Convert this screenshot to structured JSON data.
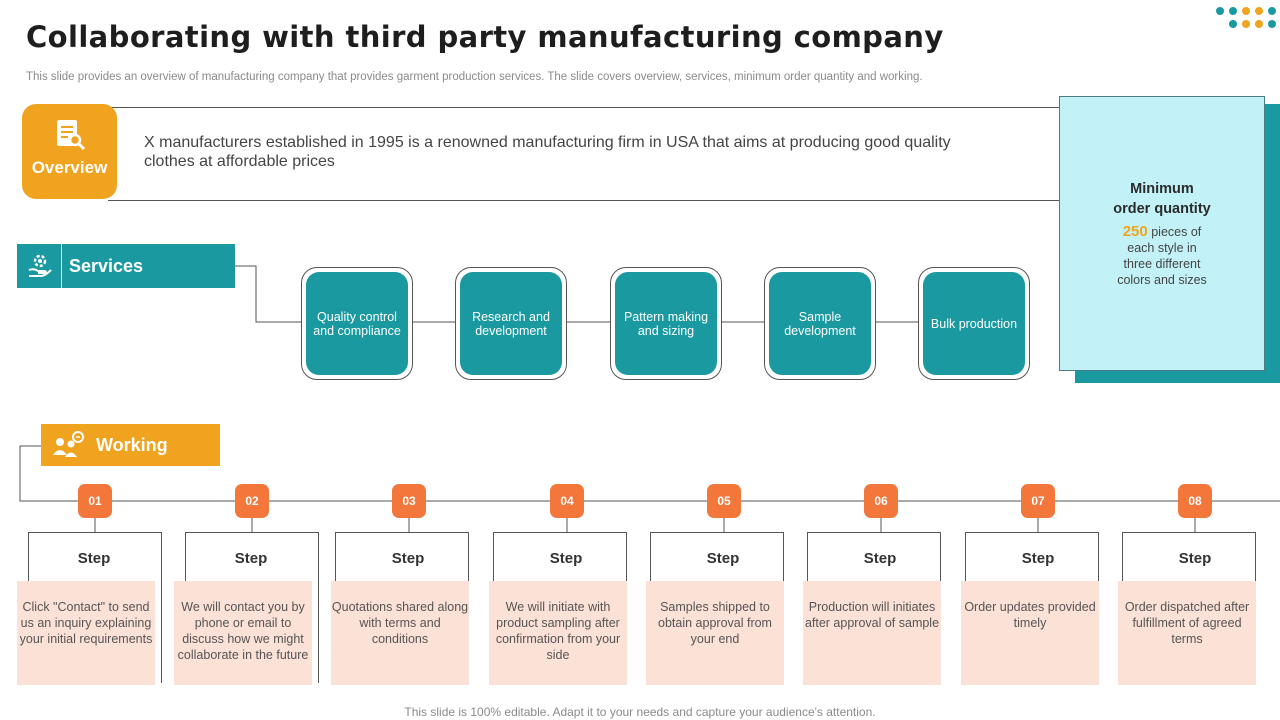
{
  "title": "Collaborating with third party manufacturing company",
  "subtitle": "This slide provides an overview of manufacturing company that provides garment production services. The slide covers overview,  services, minimum order quantity and working.",
  "colors": {
    "teal": "#1a9aa0",
    "orange": "#f0a31f",
    "step_orange": "#f3763b",
    "light_teal": "#c2f2f7",
    "peach": "#fce1d6"
  },
  "overview": {
    "label": "Overview",
    "icon": "document-search-icon",
    "text": "X manufacturers  established in 1995 is a renowned manufacturing  firm in USA that aims at producing good quality clothes at affordable prices"
  },
  "min_order": {
    "title_line1": "Minimum",
    "title_line2": "order quantity",
    "number": "250",
    "text_after_number": "pieces of",
    "line2": "each style in",
    "line3": "three different",
    "line4": "colors and sizes"
  },
  "services": {
    "label": "Services",
    "icon": "hand-gear-icon",
    "items": [
      "Quality control and compliance",
      "Research and development",
      "Pattern making and sizing",
      "Sample development",
      "Bulk production"
    ]
  },
  "working": {
    "label": "Working",
    "icon": "people-chat-icon",
    "steps": [
      {
        "num": "01",
        "title": "Step",
        "text": "Click \"Contact\" to send us an inquiry explaining your initial requirements"
      },
      {
        "num": "02",
        "title": "Step",
        "text": "We will contact you by phone or email to discuss how we might collaborate in the future"
      },
      {
        "num": "03",
        "title": "Step",
        "text": "Quotations shared along with terms and conditions"
      },
      {
        "num": "04",
        "title": "Step",
        "text": "We will initiate with product sampling after confirmation from your side"
      },
      {
        "num": "05",
        "title": "Step",
        "text": "Samples shipped to obtain approval from your end"
      },
      {
        "num": "06",
        "title": "Step",
        "text": "Production will initiates after approval  of sample"
      },
      {
        "num": "07",
        "title": "Step",
        "text": "Order updates provided timely"
      },
      {
        "num": "08",
        "title": "Step",
        "text": "Order dispatched after fulfillment  of agreed terms"
      }
    ]
  },
  "footer": "This slide is 100% editable. Adapt it to your needs and capture your audience's attention."
}
